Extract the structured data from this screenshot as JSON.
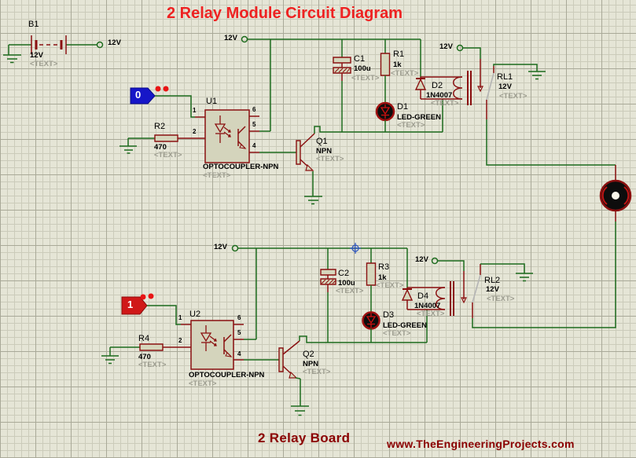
{
  "title": "2 Relay Module Circuit Diagram",
  "footer": {
    "board": "2 Relay Board",
    "website": "www.TheEngineeringProjects.com"
  },
  "placeholder_text": "<TEXT>",
  "power": {
    "v12": "12V"
  },
  "logic_inputs": {
    "input0": "0",
    "input1": "1"
  },
  "pin_numbers": {
    "p1": "1",
    "p2": "2",
    "p4": "4",
    "p5": "5",
    "p6": "6"
  },
  "components": {
    "b1": {
      "ref": "B1",
      "value": "12V"
    },
    "r1": {
      "ref": "R1",
      "value": "1k"
    },
    "r2": {
      "ref": "R2",
      "value": "470"
    },
    "r3": {
      "ref": "R3",
      "value": "1k"
    },
    "r4": {
      "ref": "R4",
      "value": "470"
    },
    "c1": {
      "ref": "C1",
      "value": "100u"
    },
    "c2": {
      "ref": "C2",
      "value": "100u"
    },
    "d1": {
      "ref": "D1",
      "value": "LED-GREEN"
    },
    "d2": {
      "ref": "D2",
      "value": "1N4007"
    },
    "d3": {
      "ref": "D3",
      "value": "LED-GREEN"
    },
    "d4": {
      "ref": "D4",
      "value": "1N4007"
    },
    "q1": {
      "ref": "Q1",
      "value": "NPN"
    },
    "q2": {
      "ref": "Q2",
      "value": "NPN"
    },
    "u1": {
      "ref": "U1",
      "value": "OPTOCOUPLER-NPN"
    },
    "u2": {
      "ref": "U2",
      "value": "OPTOCOUPLER-NPN"
    },
    "rl1": {
      "ref": "RL1",
      "value": "12V"
    },
    "rl2": {
      "ref": "RL2",
      "value": "12V"
    }
  },
  "colors": {
    "wire_green": "#1d6b1d",
    "component_red": "#8a1010",
    "title_red": "#ee2222",
    "footer_maroon": "#8b0000",
    "logic_low_blue": "#1616c8",
    "logic_high_red": "#d01818"
  }
}
